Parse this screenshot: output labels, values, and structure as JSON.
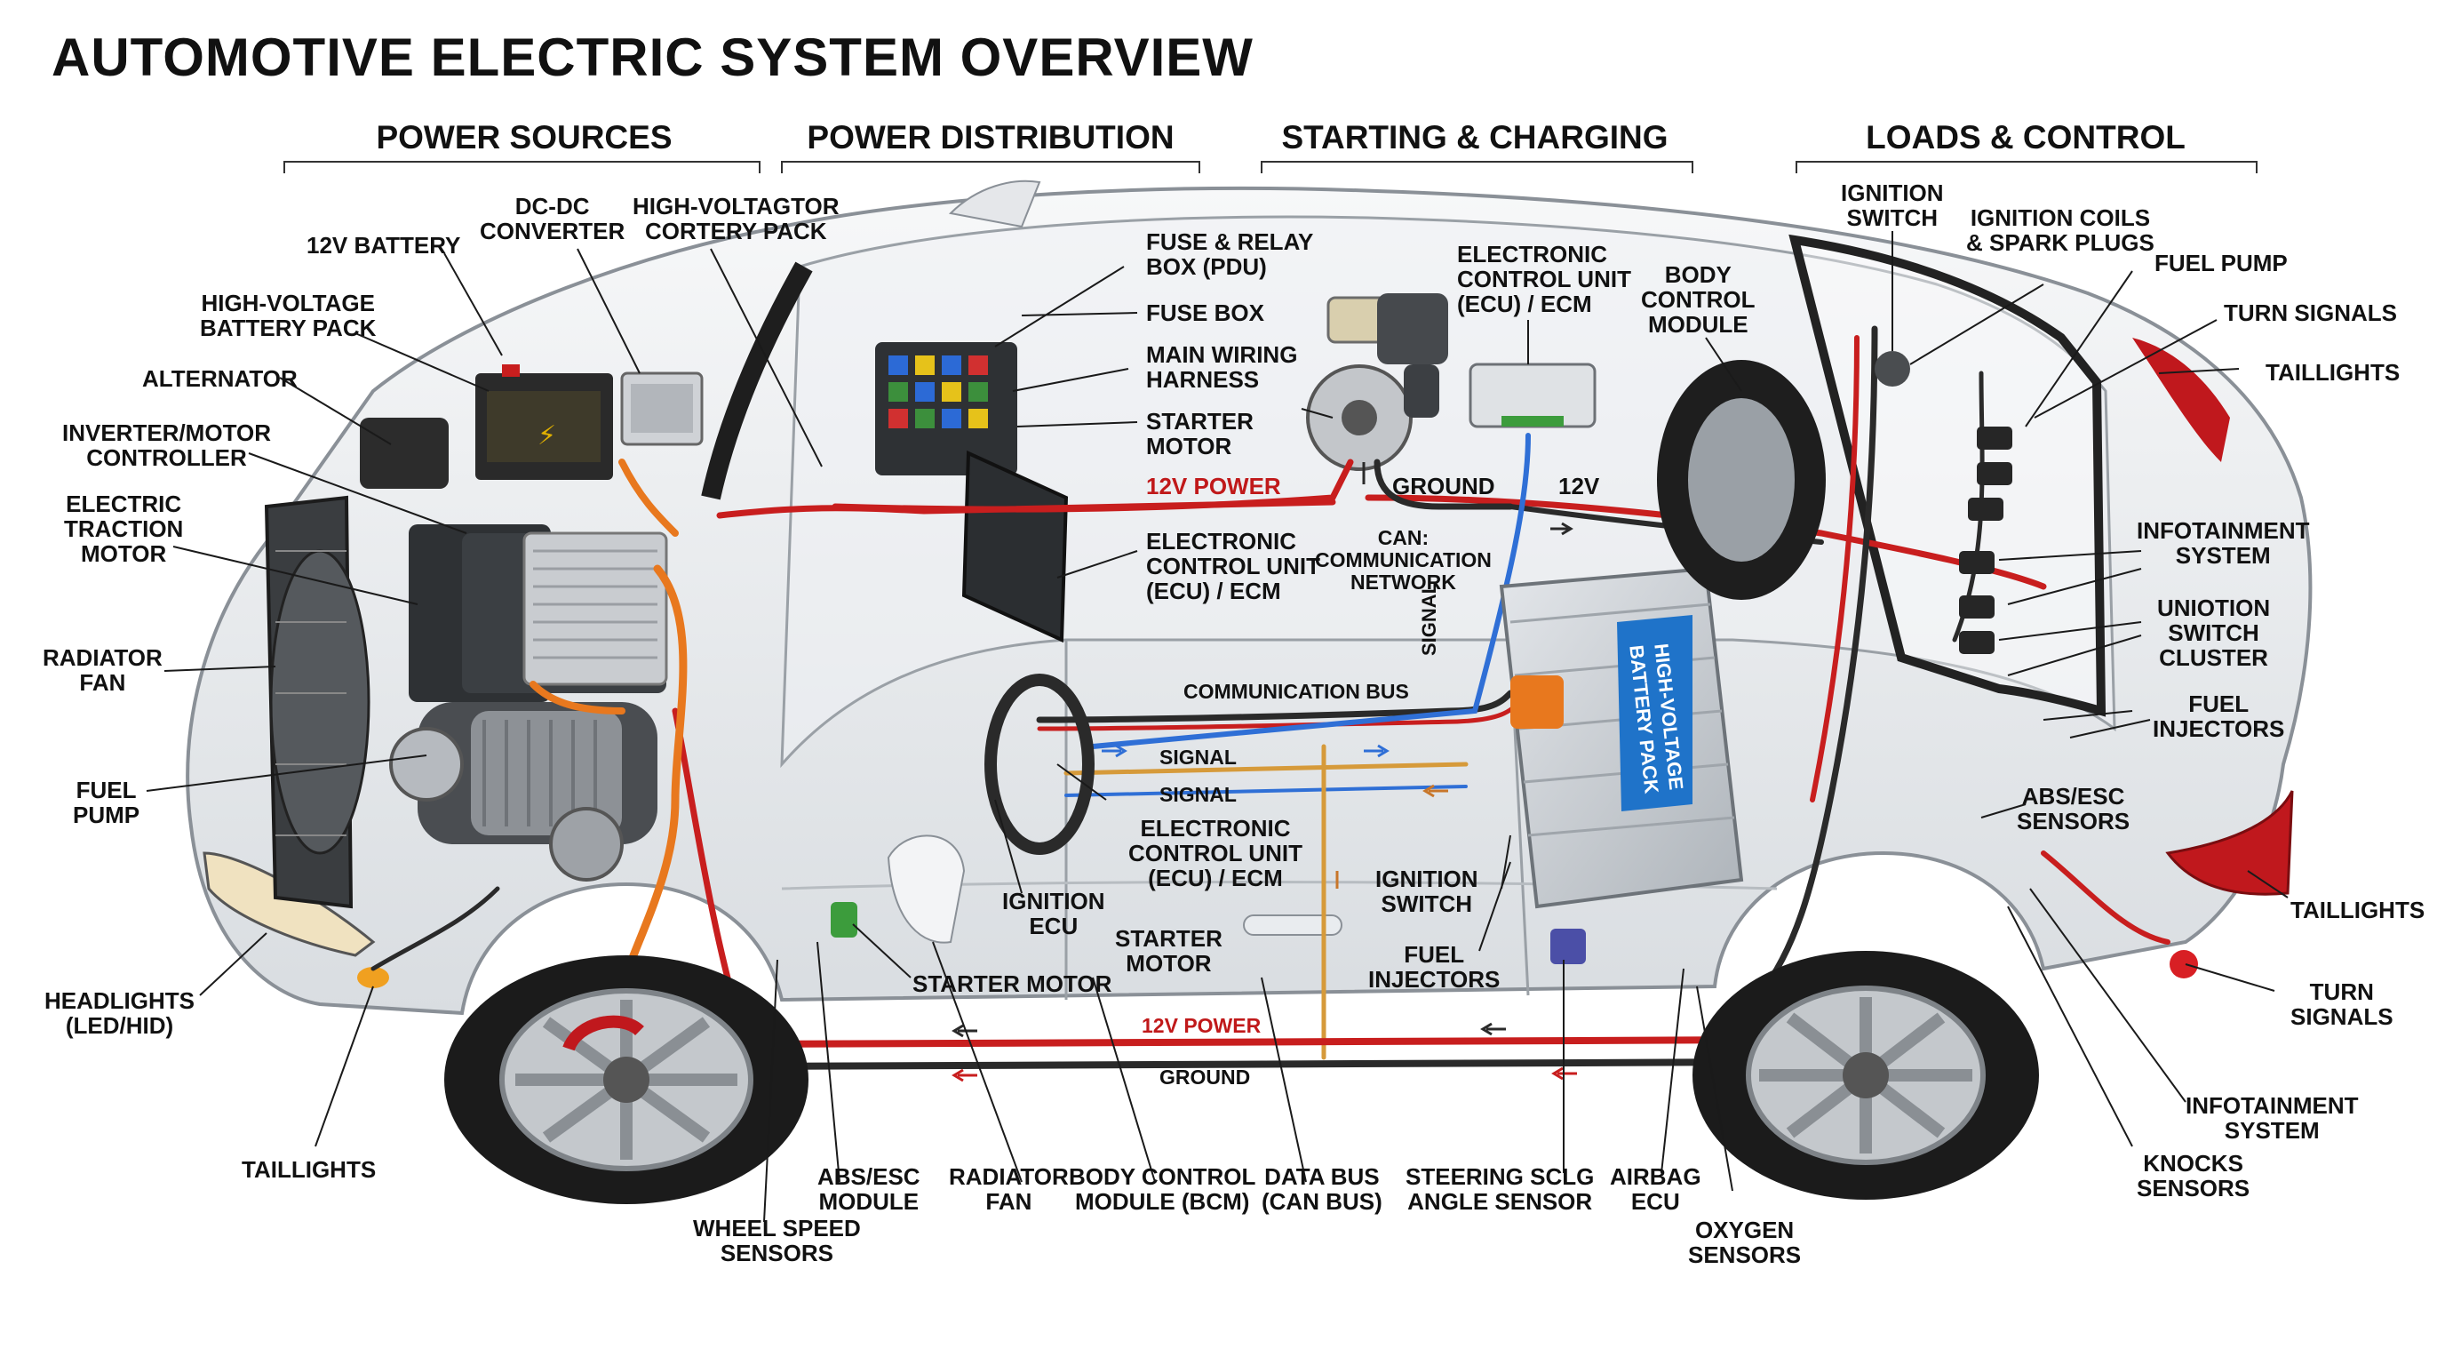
{
  "title": "AUTOMOTIVE ELECTRIC SYSTEM OVERVIEW",
  "sections": {
    "power_sources": "POWER SOURCES",
    "power_distribution": "POWER DISTRIBUTION",
    "starting_charging": "STARTING & CHARGING",
    "loads_control": "LOADS & CONTROL"
  },
  "battery_pack_label": "HIGH-VOLTAGE\nBATTERY PACK",
  "labels": {
    "battery_12v": "12V BATTERY",
    "dcdc": "DC-DC\nCONVERTER",
    "hv_cortery": "HIGH-VOLTAGTOR\nCORTERY PACK",
    "hv_pack_left": "HIGH-VOLTAGE\nBATTERY PACK",
    "alternator": "ALTERNATOR",
    "inverter": "INVERTER/MOTOR\nCONTROLLER",
    "traction_motor": "ELECTRIC\nTRACTION\nMOTOR",
    "radiator_fan_left": "RADIATOR\nFAN",
    "fuel_pump_left": "FUEL\nPUMP",
    "headlights": "HEADLIGHTS\n(LED/HID)",
    "taillights_front": "TAILLIGHTS",
    "fuse_relay": "FUSE & RELAY\nBOX (PDU)",
    "fuse_box": "FUSE BOX",
    "main_harness": "MAIN WIRING\nHARNESS",
    "starter_motor_top": "STARTER\nMOTOR",
    "power_12v_top": "12V POWER",
    "ecu_mid": "ELECTRONIC\nCONTROL UNIT\n(ECU) / ECM",
    "ecu_top": "ELECTRONIC\nCONTROL UNIT\n(ECU) / ECM",
    "bcm_top": "BODY\nCONTROL\nMODULE",
    "ground_top": "GROUND",
    "v12_right": "12V",
    "can_network": "CAN:\nCOMMUNICATION\nNETWORK",
    "comm_bus": "COMMUNICATION BUS",
    "signal_vertical": "SIGNAL",
    "signal_1": "SIGNAL",
    "signal_2": "SIGNAL",
    "ecu_lower": "ELECTRONIC\nCONTROL UNIT\n(ECU) / ECM",
    "ignition_ecu": "IGNITION\nECU",
    "starter_motor_mid": "STARTER\nMOTOR",
    "starter_motor_low": "STARTER MOTOR",
    "ignition_switch_mid": "IGNITION\nSWITCH",
    "fuel_injectors_mid": "FUEL\nINJECTORS",
    "power_12v_bottom": "12V POWER",
    "ground_bottom": "GROUND",
    "ignition_switch_top": "IGNITION\nSWITCH",
    "ignition_coils": "IGNITION COILS\n& SPARK PLUGS",
    "fuel_pump_right": "FUEL PUMP",
    "turn_signals_top": "TURN SIGNALS",
    "taillights_top": "TAILLIGHTS",
    "infotainment_top": "INFOTAINMENT\nSYSTEM",
    "uniotion": "UNIOTION\nSWITCH\nCLUSTER",
    "fuel_injectors_right": "FUEL\nINJECTORS",
    "abs_esc_sensors": "ABS/ESC\nSENSORS",
    "taillights_right": "TAILLIGHTS",
    "turn_signals_right": "TURN\nSIGNALS",
    "infotainment_bottom": "INFOTAINMENT\nSYSTEM",
    "knocks_sensors": "KNOCKS\nSENSORS",
    "oxygen_sensors": "OXYGEN\nSENSORS",
    "airbag_ecu": "AIRBAG\nECU",
    "steering_sensor": "STEERING SCLG\nANGLE SENSOR",
    "data_bus": "DATA BUS\n(CAN BUS)",
    "bcm_bottom": "BODY CONTROL\nMODULE (BCM)",
    "radiator_fan_bottom": "RADIATOR\nFAN",
    "abs_esc_module": "ABS/ESC\nMODULE",
    "wheel_speed": "WHEEL SPEED\nSENSORS",
    "taillights_bottom_left": "TAILLIGHTS"
  },
  "colors": {
    "power_wire": "#c81e1e",
    "ground_wire": "#2a2a2a",
    "signal_wire": "#d69a3a",
    "can_wire": "#2f6fd6",
    "hv_orange": "#e8781e",
    "battery_blue": "#1f73c9"
  }
}
